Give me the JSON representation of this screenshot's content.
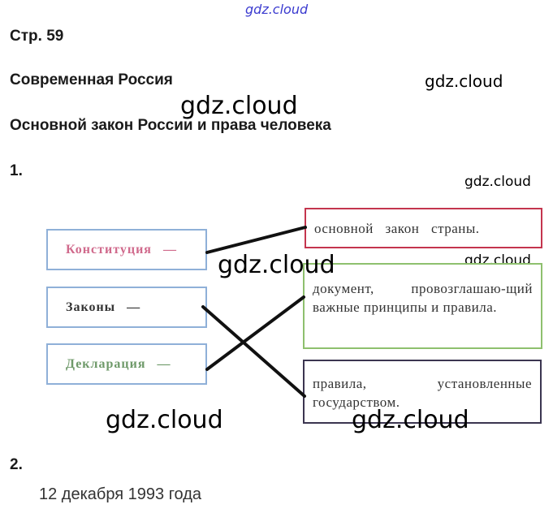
{
  "watermark": "gdz.cloud",
  "page_label": "Стр. 59",
  "section_title": "Современная Россия",
  "lesson_title": "Основной закон России и права человека",
  "task1": {
    "number": "1.",
    "left_terms": [
      {
        "label": "Конституция",
        "dash": "—",
        "color": "#d06a8c"
      },
      {
        "label": "Законы",
        "dash": "—",
        "color": "#333333"
      },
      {
        "label": "Декларация",
        "dash": "—",
        "color": "#6f9a6a"
      }
    ],
    "right_definitions": [
      {
        "text": "основной закон страны.",
        "border": "#c4354e"
      },
      {
        "text": "документ, провозглашаю-щий важные принципы и правила.",
        "border": "#8ec06e"
      },
      {
        "text": "правила, установленные государством.",
        "border": "#3b3550"
      }
    ]
  },
  "task2": {
    "number": "2.",
    "answer": "12 декабря 1993 года"
  }
}
